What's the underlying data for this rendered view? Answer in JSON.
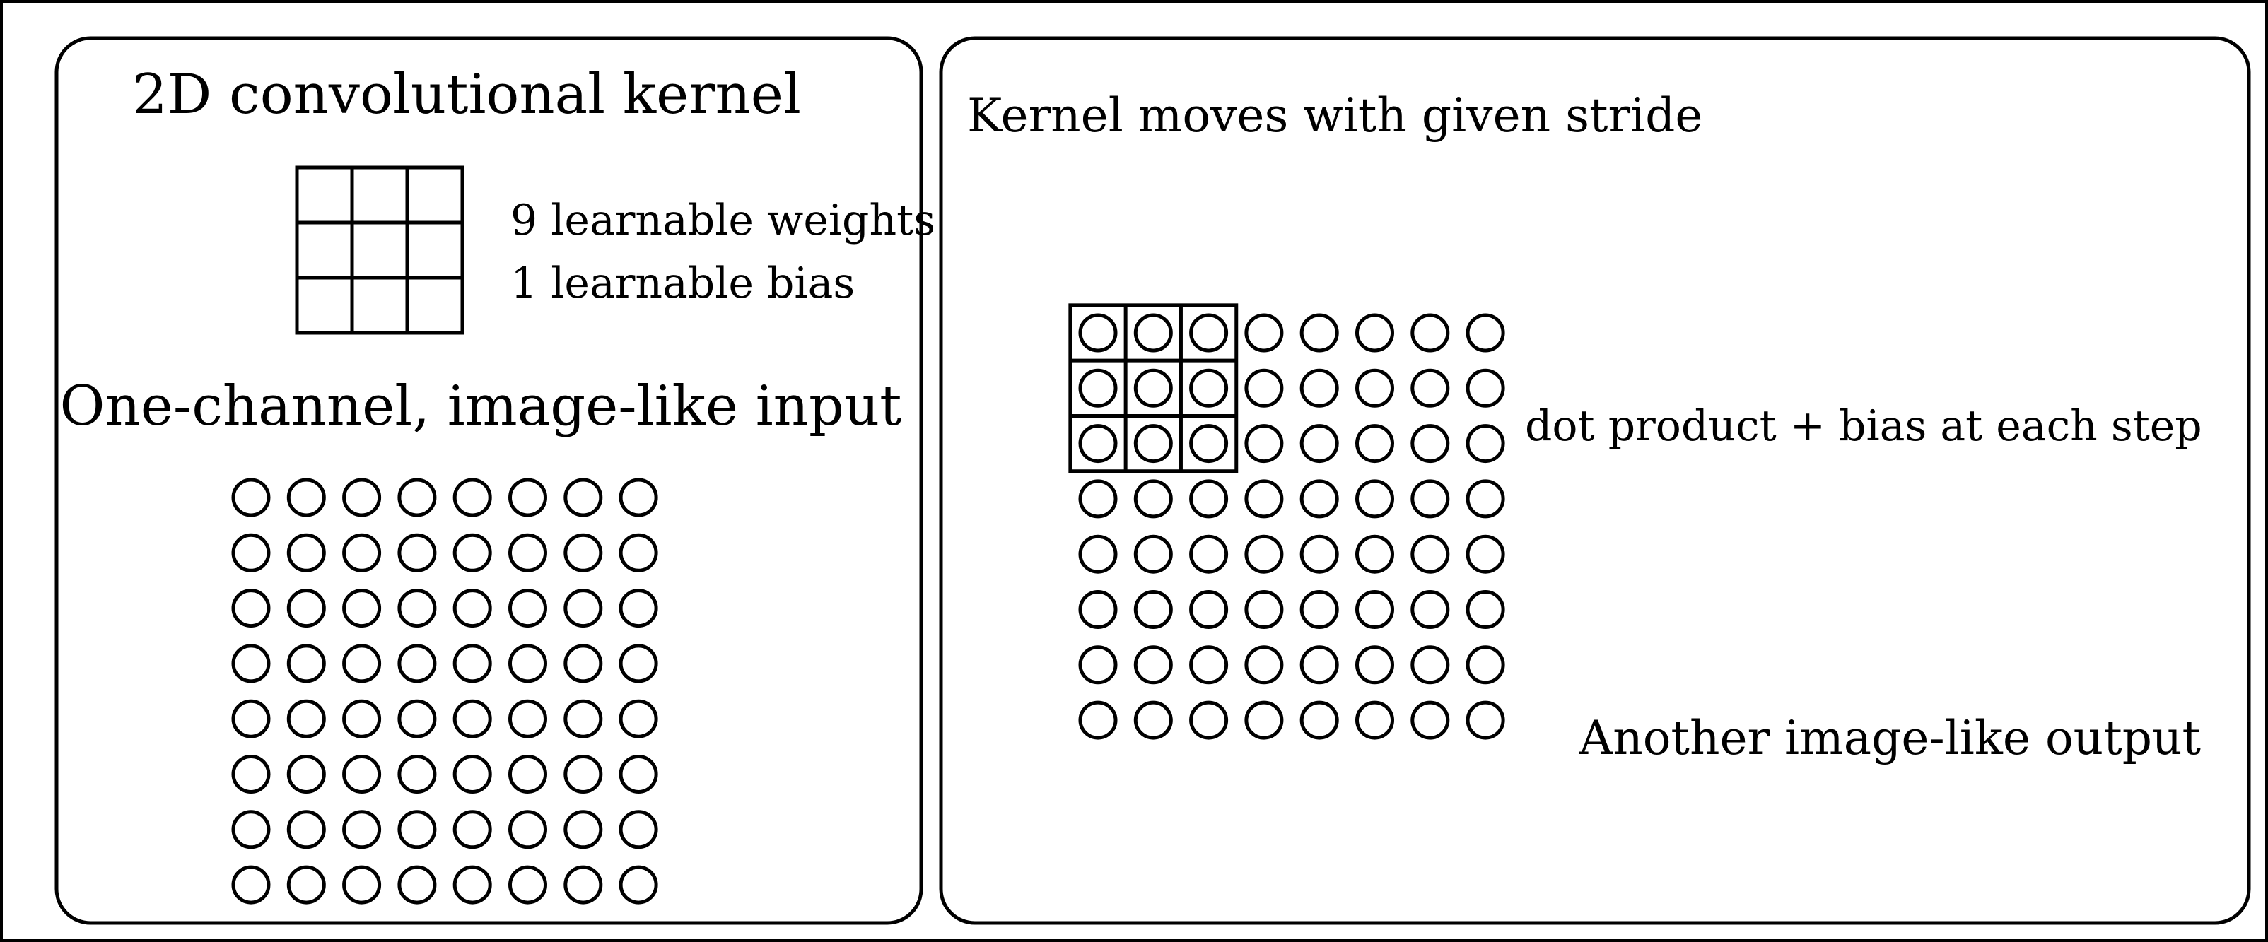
{
  "left_panel": {
    "kernel_title": "2D convolutional kernel",
    "weights_label": "9 learnable weights",
    "bias_label": "1 learnable bias",
    "input_title": "One-channel, image-like input",
    "input_grid": {
      "rows": 8,
      "cols": 8
    },
    "kernel_grid": {
      "rows": 3,
      "cols": 3
    }
  },
  "right_panel": {
    "stride_label": "Kernel moves with given stride",
    "dot_product_label": "dot product + bias at each step",
    "output_label": "Another image-like output",
    "input_grid": {
      "rows": 8,
      "cols": 8
    },
    "kernel_overlay": {
      "rows": 3,
      "cols": 3,
      "row_offset": 0,
      "col_offset": 0
    }
  },
  "colors": {
    "stroke": "#000000",
    "background": "#ffffff"
  }
}
